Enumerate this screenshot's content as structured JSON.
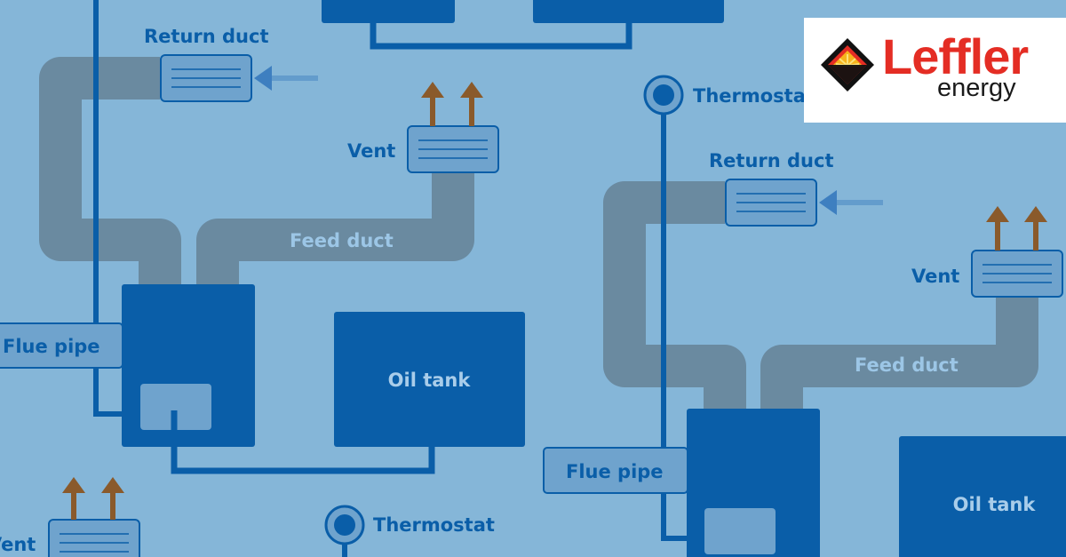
{
  "labels": {
    "return_duct": "Return duct",
    "vent": "Vent",
    "feed_duct": "Feed duct",
    "flue_pipe": "Flue pipe",
    "oil_tank": "Oil tank",
    "thermostat": "Thermostat"
  },
  "brand": {
    "name": "Leffler",
    "tagline": "energy"
  },
  "colors": {
    "background": "#85b6d8",
    "dark_blue": "#0a5ea8",
    "duct_gray": "#6a8aa0",
    "light_box": "#6fa3cd",
    "arrow_brown": "#8a5a2b",
    "brand_red": "#e42d24"
  }
}
